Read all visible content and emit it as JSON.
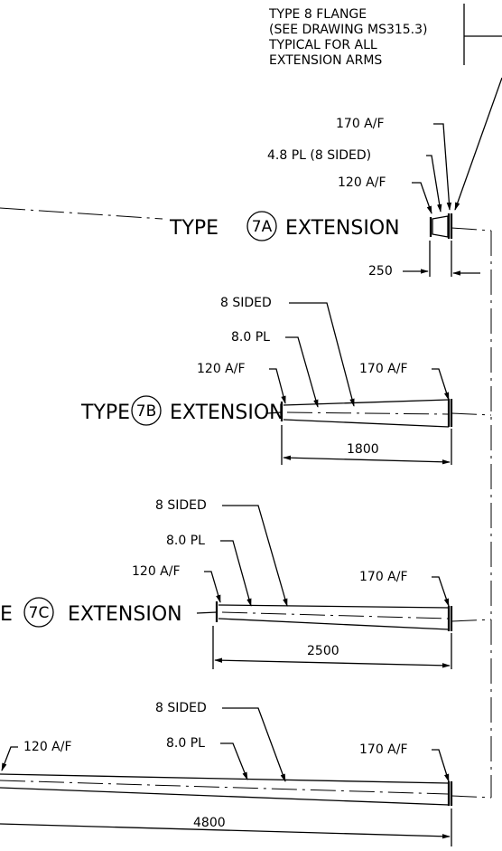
{
  "note": {
    "line1": "TYPE 8 FLANGE",
    "line2": "(SEE DRAWING MS315.3)",
    "line3": "TYPICAL FOR ALL",
    "line4": "EXTENSION ARMS"
  },
  "type7a": {
    "label_prefix": "TYPE",
    "code": "7A",
    "label_suffix": "EXTENSION",
    "callout_170": "170 A/F",
    "callout_plate": "4.8 PL (8 SIDED)",
    "callout_120": "120 A/F",
    "dimension": "250"
  },
  "type7b": {
    "label_prefix": "TYPE",
    "code": "7B",
    "label_suffix": "EXTENSION",
    "callout_sided": "8 SIDED",
    "callout_plate": "8.0 PL",
    "callout_120": "120 A/F",
    "callout_170": "170 A/F",
    "dimension": "1800"
  },
  "type7c": {
    "label_prefix": "E",
    "code": "7C",
    "label_suffix": "EXTENSION",
    "callout_sided": "8 SIDED",
    "callout_plate": "8.0 PL",
    "callout_120": "120 A/F",
    "callout_170": "170 A/F",
    "dimension": "2500"
  },
  "type7d": {
    "callout_sided": "8 SIDED",
    "callout_plate": "8.0 PL",
    "callout_120": "120 A/F",
    "callout_170": "170 A/F",
    "dimension": "4800"
  }
}
